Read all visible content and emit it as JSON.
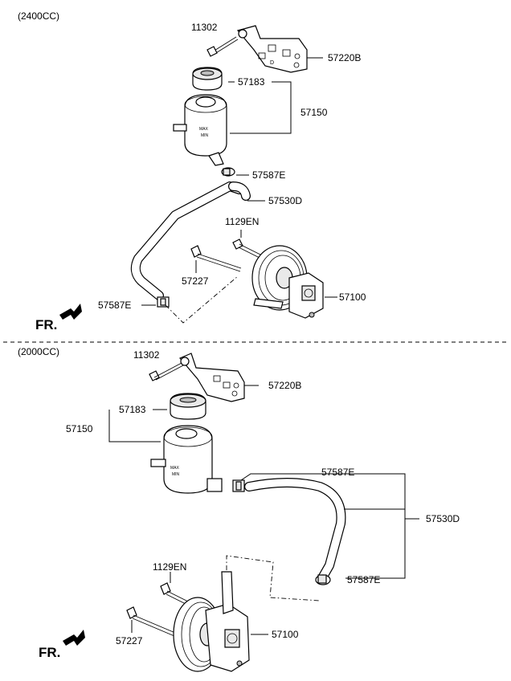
{
  "sections": [
    {
      "variant": "(2400CC)",
      "fr_label": "FR.",
      "parts": {
        "bolt": "11302",
        "bracket": "57220B",
        "cap": "57183",
        "reservoir": "57150",
        "clamp_upper": "57587E",
        "hose": "57530D",
        "pump_bolt_short": "1129EN",
        "pump_bolt_long": "57227",
        "clamp_lower": "57587E",
        "pump": "57100"
      }
    },
    {
      "variant": "(2000CC)",
      "fr_label": "FR.",
      "parts": {
        "bolt": "11302",
        "bracket": "57220B",
        "cap": "57183",
        "reservoir": "57150",
        "clamp_upper": "57587E",
        "hose": "57530D",
        "clamp_lower": "57587E",
        "pump_bolt_short": "1129EN",
        "pump_bolt_long": "57227",
        "pump": "57100"
      }
    }
  ],
  "icons": {
    "front_arrow": "arrow-icon",
    "reservoir_cap": "cap-icon",
    "pump": "pump-icon"
  }
}
